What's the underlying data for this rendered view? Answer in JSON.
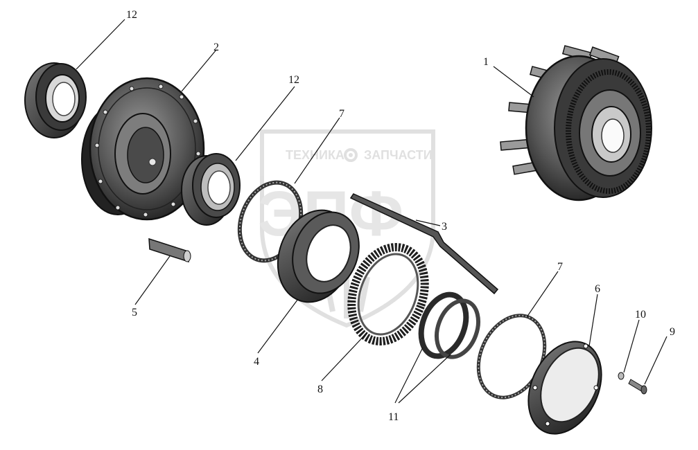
{
  "watermark": {
    "company": "ТЕХНИКА",
    "company2": "ЗАПЧАСТИ",
    "logo": "ЭПФ",
    "logo_color": "#c8c8c8",
    "gear_icon": "gear-icon"
  },
  "callouts": {
    "hub": "1",
    "hub_housing": "2",
    "lock_plate": "3",
    "seal_ring": "4",
    "stud": "5",
    "cover": "6",
    "gasket_upper": "7",
    "gasket_lower": "7",
    "ring_gear": "8",
    "bolt": "9",
    "washer": "10",
    "rings_pair": "11",
    "bearing_left": "12",
    "bearing_center": "12"
  },
  "colors": {
    "line": "#111111",
    "part_dark": "#2a2a2a",
    "part_mid": "#6e6e6e",
    "part_light": "#b9b9b9"
  }
}
